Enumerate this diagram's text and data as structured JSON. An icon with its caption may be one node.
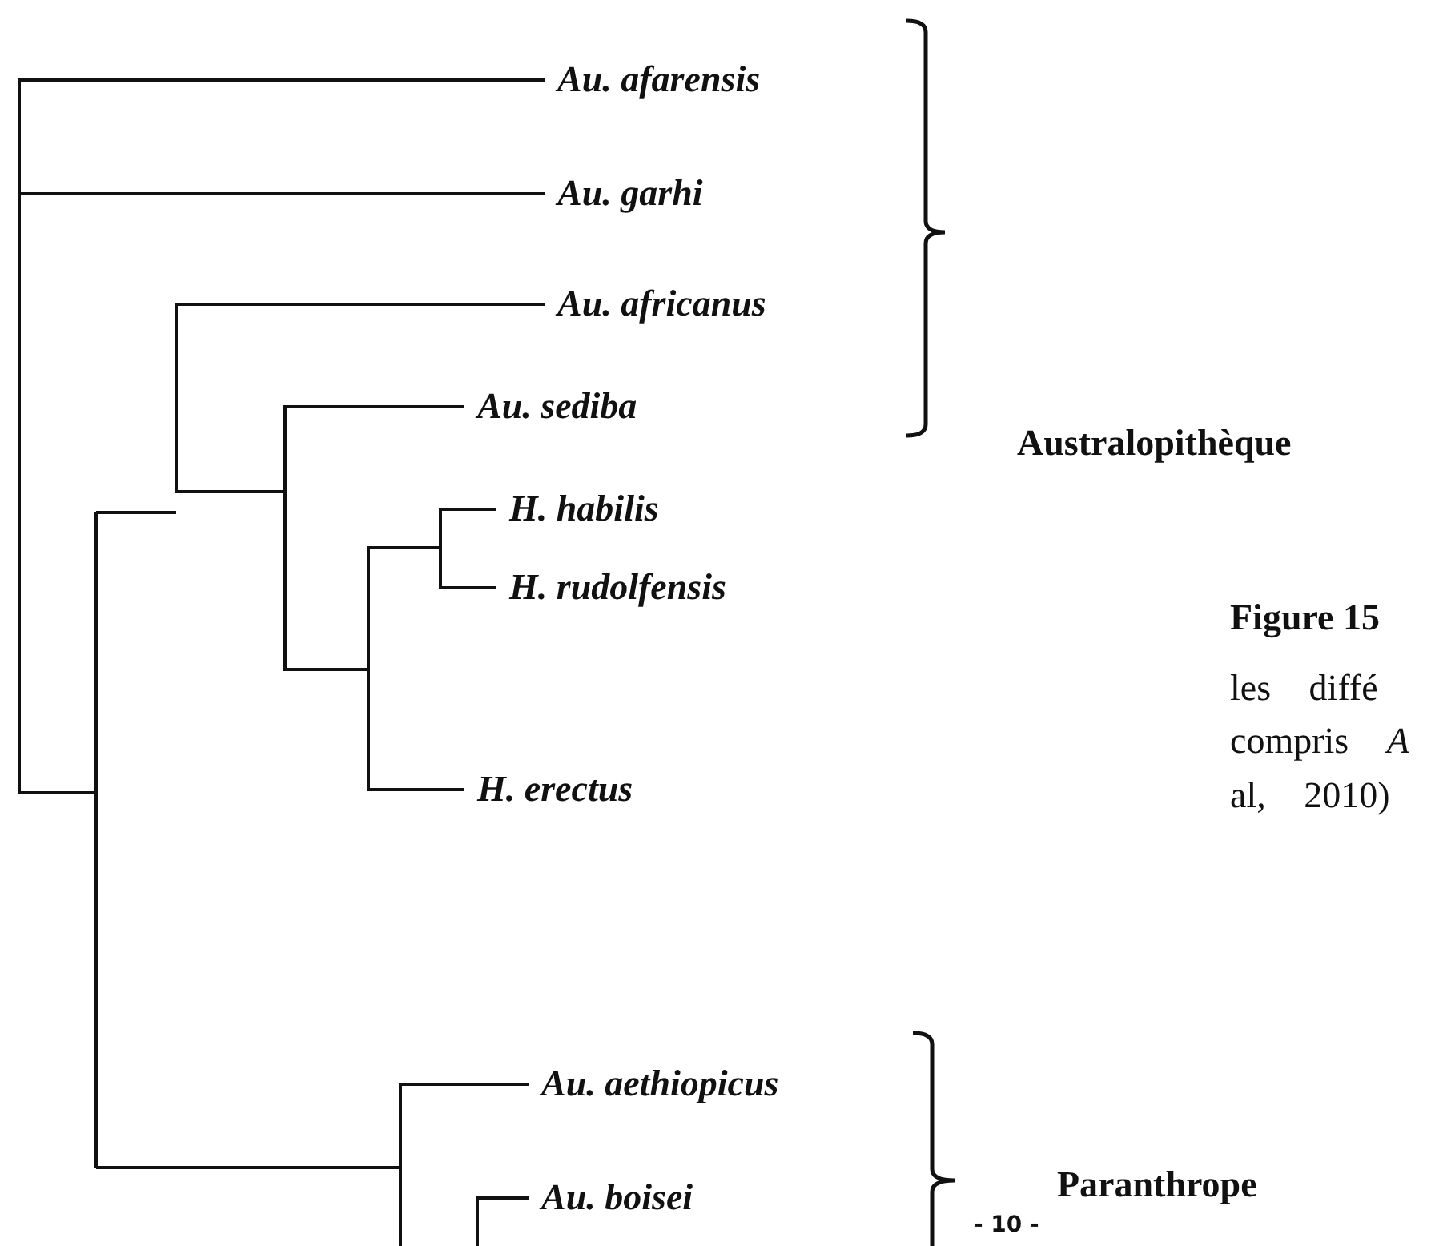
{
  "diagram": {
    "labels": [
      "Au. afarensis",
      "Au. garhi",
      "Au. africanus",
      "Au. sediba",
      "Australopithèque",
      "H. habilis",
      "H. rudolfensis",
      "Figure 15",
      "les diffé",
      "compris *A*",
      "H. erectus",
      "al, 2010)",
      "Au. aethiopicus",
      "Au. boisei",
      "Paranthrope",
      "- 10 -"
    ]
  }
}
